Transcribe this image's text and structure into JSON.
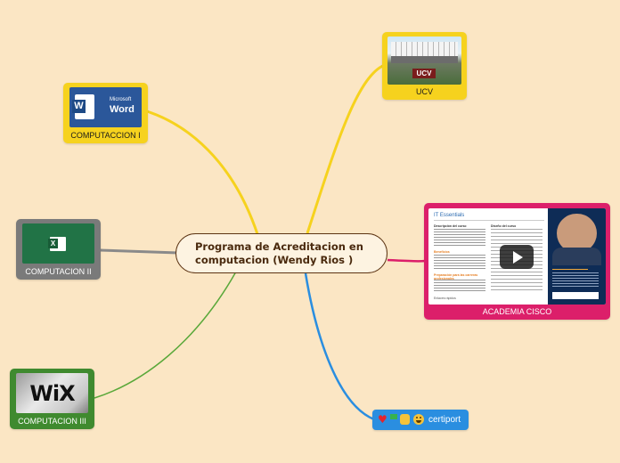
{
  "central": {
    "line1": "Programa de Acreditacion en",
    "line2": "computacion (Wendy Rios )"
  },
  "nodes": {
    "comp1": {
      "label": "COMPUTACCION I",
      "image_text_brand": "Microsoft",
      "image_text_word": "Word",
      "color": "#f6d21e"
    },
    "comp2": {
      "label": "COMPUTACION II",
      "color": "#7a7a7a"
    },
    "comp3": {
      "label": "COMPUTACION III",
      "image_text": "WiX",
      "color": "#3f8a2f"
    },
    "ucv": {
      "label": "UCV",
      "image_text": "UCV",
      "color": "#f6d21e"
    },
    "cisco": {
      "label": "ACADEMIA CISCO",
      "color": "#dc1f6a",
      "video": {
        "title": "IT Essentials",
        "col1_h1": "Descripción del curso",
        "col1_h2": "Beneficios",
        "col1_h3": "Preparación para las carreras profesionales",
        "col2_h1": "Diseño del curso",
        "footer": "Enlaces rápidos"
      }
    },
    "certiport": {
      "label": "certiport",
      "color": "#2a8ee0"
    }
  },
  "branch_colors": {
    "yellow": "#f6d21e",
    "gray": "#8a8a8a",
    "green": "#5aa83a",
    "pink": "#dc1f6a",
    "blue": "#2a8ee0"
  }
}
